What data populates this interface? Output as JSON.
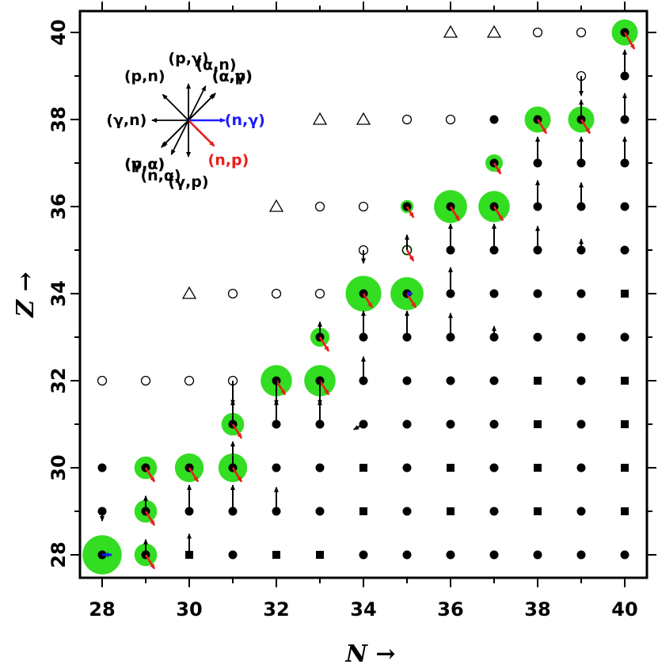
{
  "chart_data": {
    "type": "scatter",
    "title": "",
    "xlabel": "N →",
    "ylabel": "Z →",
    "xlim": [
      27.4,
      40.6
    ],
    "ylim": [
      27.4,
      40.6
    ],
    "xticks": [
      28,
      29,
      30,
      31,
      32,
      33,
      34,
      35,
      36,
      37,
      38,
      39,
      40
    ],
    "yticks": [
      28,
      29,
      30,
      31,
      32,
      33,
      34,
      35,
      36,
      37,
      38,
      39,
      40
    ],
    "xticklabels": [
      "28",
      "30",
      "32",
      "34",
      "36",
      "38",
      "40"
    ],
    "yticklabels": [
      "28",
      "30",
      "32",
      "34",
      "36",
      "38",
      "40"
    ],
    "grid": false,
    "legend_position": "top-left",
    "colors": {
      "flow_default": "#000000",
      "n_gamma": "#1a1aff",
      "n_p": "#e8201a",
      "highlight": "#33dd22"
    },
    "reaction_legend": [
      {
        "label": "(p,γ)",
        "color": "#000000",
        "dx": 0,
        "dy": 1
      },
      {
        "label": "(α,n)",
        "color": "#000000",
        "dx": 1,
        "dy": 2
      },
      {
        "label": "(α,γ)",
        "color": "#000000",
        "dx": 2,
        "dy": 2
      },
      {
        "label": "(α,p)",
        "color": "#000000",
        "dx": 1,
        "dy": 1
      },
      {
        "label": "(n,γ)",
        "color": "#1a1aff",
        "dx": 1,
        "dy": 0
      },
      {
        "label": "(n,p)",
        "color": "#e8201a",
        "dx": 1,
        "dy": -1
      },
      {
        "label": "(p,n)",
        "color": "#000000",
        "dx": -1,
        "dy": 1
      },
      {
        "label": "(γ,n)",
        "color": "#000000",
        "dx": -1,
        "dy": 0
      },
      {
        "label": "(p,α)",
        "color": "#000000",
        "dx": -1,
        "dy": -1
      },
      {
        "label": "(γ,α)",
        "color": "#000000",
        "dx": -2,
        "dy": -2
      },
      {
        "label": "(n,α)",
        "color": "#000000",
        "dx": -1,
        "dy": -2
      },
      {
        "label": "(γ,p)",
        "color": "#000000",
        "dx": 0,
        "dy": -1
      }
    ],
    "nuclei": [
      {
        "n": 28,
        "z": 28,
        "s": "f"
      },
      {
        "n": 28,
        "z": 29,
        "s": "f"
      },
      {
        "n": 28,
        "z": 30,
        "s": "f"
      },
      {
        "n": 28,
        "z": 32,
        "s": "o"
      },
      {
        "n": 29,
        "z": 28,
        "s": "f"
      },
      {
        "n": 29,
        "z": 29,
        "s": "f"
      },
      {
        "n": 29,
        "z": 30,
        "s": "f"
      },
      {
        "n": 29,
        "z": 32,
        "s": "o"
      },
      {
        "n": 30,
        "z": 28,
        "s": "sq"
      },
      {
        "n": 30,
        "z": 29,
        "s": "f"
      },
      {
        "n": 30,
        "z": 30,
        "s": "f"
      },
      {
        "n": 30,
        "z": 32,
        "s": "o"
      },
      {
        "n": 30,
        "z": 34,
        "s": "t"
      },
      {
        "n": 31,
        "z": 28,
        "s": "f"
      },
      {
        "n": 31,
        "z": 29,
        "s": "f"
      },
      {
        "n": 31,
        "z": 30,
        "s": "f"
      },
      {
        "n": 31,
        "z": 31,
        "s": "f"
      },
      {
        "n": 31,
        "z": 32,
        "s": "o"
      },
      {
        "n": 31,
        "z": 34,
        "s": "o"
      },
      {
        "n": 32,
        "z": 28,
        "s": "sq"
      },
      {
        "n": 32,
        "z": 29,
        "s": "f"
      },
      {
        "n": 32,
        "z": 30,
        "s": "f"
      },
      {
        "n": 32,
        "z": 31,
        "s": "f"
      },
      {
        "n": 32,
        "z": 32,
        "s": "f"
      },
      {
        "n": 32,
        "z": 34,
        "s": "o"
      },
      {
        "n": 32,
        "z": 36,
        "s": "t"
      },
      {
        "n": 33,
        "z": 28,
        "s": "sq"
      },
      {
        "n": 33,
        "z": 29,
        "s": "f"
      },
      {
        "n": 33,
        "z": 30,
        "s": "f"
      },
      {
        "n": 33,
        "z": 31,
        "s": "f"
      },
      {
        "n": 33,
        "z": 32,
        "s": "f"
      },
      {
        "n": 33,
        "z": 33,
        "s": "f"
      },
      {
        "n": 33,
        "z": 34,
        "s": "o"
      },
      {
        "n": 33,
        "z": 36,
        "s": "o"
      },
      {
        "n": 33,
        "z": 38,
        "s": "t"
      },
      {
        "n": 34,
        "z": 28,
        "s": "f"
      },
      {
        "n": 34,
        "z": 29,
        "s": "sq"
      },
      {
        "n": 34,
        "z": 30,
        "s": "sq"
      },
      {
        "n": 34,
        "z": 31,
        "s": "f"
      },
      {
        "n": 34,
        "z": 32,
        "s": "f"
      },
      {
        "n": 34,
        "z": 33,
        "s": "f"
      },
      {
        "n": 34,
        "z": 34,
        "s": "f"
      },
      {
        "n": 34,
        "z": 35,
        "s": "o"
      },
      {
        "n": 34,
        "z": 36,
        "s": "o"
      },
      {
        "n": 34,
        "z": 38,
        "s": "t"
      },
      {
        "n": 35,
        "z": 28,
        "s": "f"
      },
      {
        "n": 35,
        "z": 29,
        "s": "f"
      },
      {
        "n": 35,
        "z": 30,
        "s": "f"
      },
      {
        "n": 35,
        "z": 31,
        "s": "f"
      },
      {
        "n": 35,
        "z": 32,
        "s": "f"
      },
      {
        "n": 35,
        "z": 33,
        "s": "f"
      },
      {
        "n": 35,
        "z": 34,
        "s": "f"
      },
      {
        "n": 35,
        "z": 35,
        "s": "o"
      },
      {
        "n": 35,
        "z": 36,
        "s": "f"
      },
      {
        "n": 35,
        "z": 38,
        "s": "o"
      },
      {
        "n": 36,
        "z": 28,
        "s": "f"
      },
      {
        "n": 36,
        "z": 29,
        "s": "sq"
      },
      {
        "n": 36,
        "z": 30,
        "s": "sq"
      },
      {
        "n": 36,
        "z": 31,
        "s": "f"
      },
      {
        "n": 36,
        "z": 32,
        "s": "f"
      },
      {
        "n": 36,
        "z": 33,
        "s": "f"
      },
      {
        "n": 36,
        "z": 34,
        "s": "f"
      },
      {
        "n": 36,
        "z": 35,
        "s": "f"
      },
      {
        "n": 36,
        "z": 36,
        "s": "f"
      },
      {
        "n": 36,
        "z": 38,
        "s": "o"
      },
      {
        "n": 36,
        "z": 40,
        "s": "t"
      },
      {
        "n": 37,
        "z": 28,
        "s": "f"
      },
      {
        "n": 37,
        "z": 29,
        "s": "f"
      },
      {
        "n": 37,
        "z": 30,
        "s": "f"
      },
      {
        "n": 37,
        "z": 31,
        "s": "f"
      },
      {
        "n": 37,
        "z": 32,
        "s": "f"
      },
      {
        "n": 37,
        "z": 33,
        "s": "f"
      },
      {
        "n": 37,
        "z": 34,
        "s": "f"
      },
      {
        "n": 37,
        "z": 35,
        "s": "f"
      },
      {
        "n": 37,
        "z": 36,
        "s": "f"
      },
      {
        "n": 37,
        "z": 37,
        "s": "f"
      },
      {
        "n": 37,
        "z": 38,
        "s": "f"
      },
      {
        "n": 37,
        "z": 40,
        "s": "t"
      },
      {
        "n": 38,
        "z": 28,
        "s": "f"
      },
      {
        "n": 38,
        "z": 29,
        "s": "sq"
      },
      {
        "n": 38,
        "z": 30,
        "s": "sq"
      },
      {
        "n": 38,
        "z": 31,
        "s": "sq"
      },
      {
        "n": 38,
        "z": 32,
        "s": "sq"
      },
      {
        "n": 38,
        "z": 33,
        "s": "f"
      },
      {
        "n": 38,
        "z": 34,
        "s": "f"
      },
      {
        "n": 38,
        "z": 35,
        "s": "f"
      },
      {
        "n": 38,
        "z": 36,
        "s": "f"
      },
      {
        "n": 38,
        "z": 37,
        "s": "f"
      },
      {
        "n": 38,
        "z": 38,
        "s": "f"
      },
      {
        "n": 38,
        "z": 40,
        "s": "o"
      },
      {
        "n": 39,
        "z": 28,
        "s": "f"
      },
      {
        "n": 39,
        "z": 29,
        "s": "f"
      },
      {
        "n": 39,
        "z": 30,
        "s": "f"
      },
      {
        "n": 39,
        "z": 31,
        "s": "f"
      },
      {
        "n": 39,
        "z": 32,
        "s": "f"
      },
      {
        "n": 39,
        "z": 33,
        "s": "f"
      },
      {
        "n": 39,
        "z": 34,
        "s": "f"
      },
      {
        "n": 39,
        "z": 35,
        "s": "f"
      },
      {
        "n": 39,
        "z": 36,
        "s": "f"
      },
      {
        "n": 39,
        "z": 37,
        "s": "f"
      },
      {
        "n": 39,
        "z": 38,
        "s": "f"
      },
      {
        "n": 39,
        "z": 39,
        "s": "o"
      },
      {
        "n": 39,
        "z": 40,
        "s": "o"
      },
      {
        "n": 40,
        "z": 28,
        "s": "f"
      },
      {
        "n": 40,
        "z": 29,
        "s": "sq"
      },
      {
        "n": 40,
        "z": 30,
        "s": "sq"
      },
      {
        "n": 40,
        "z": 31,
        "s": "sq"
      },
      {
        "n": 40,
        "z": 32,
        "s": "sq"
      },
      {
        "n": 40,
        "z": 33,
        "s": "f"
      },
      {
        "n": 40,
        "z": 34,
        "s": "sq"
      },
      {
        "n": 40,
        "z": 35,
        "s": "f"
      },
      {
        "n": 40,
        "z": 36,
        "s": "f"
      },
      {
        "n": 40,
        "z": 37,
        "s": "f"
      },
      {
        "n": 40,
        "z": 38,
        "s": "f"
      },
      {
        "n": 40,
        "z": 39,
        "s": "f"
      },
      {
        "n": 40,
        "z": 40,
        "s": "f"
      }
    ],
    "highlights": [
      {
        "n": 28,
        "z": 28,
        "r": 0.45
      },
      {
        "n": 29,
        "z": 28,
        "r": 0.26
      },
      {
        "n": 29,
        "z": 29,
        "r": 0.26
      },
      {
        "n": 29,
        "z": 30,
        "r": 0.26
      },
      {
        "n": 30,
        "z": 30,
        "r": 0.33
      },
      {
        "n": 31,
        "z": 30,
        "r": 0.33
      },
      {
        "n": 31,
        "z": 31,
        "r": 0.26
      },
      {
        "n": 32,
        "z": 32,
        "r": 0.36
      },
      {
        "n": 33,
        "z": 32,
        "r": 0.36
      },
      {
        "n": 33,
        "z": 33,
        "r": 0.22
      },
      {
        "n": 34,
        "z": 34,
        "r": 0.41
      },
      {
        "n": 35,
        "z": 34,
        "r": 0.38
      },
      {
        "n": 35,
        "z": 35,
        "r": 0.12
      },
      {
        "n": 35,
        "z": 36,
        "r": 0.15
      },
      {
        "n": 36,
        "z": 36,
        "r": 0.38
      },
      {
        "n": 37,
        "z": 36,
        "r": 0.36
      },
      {
        "n": 37,
        "z": 37,
        "r": 0.2
      },
      {
        "n": 38,
        "z": 38,
        "r": 0.3
      },
      {
        "n": 39,
        "z": 38,
        "r": 0.3
      },
      {
        "n": 40,
        "z": 40,
        "r": 0.3
      }
    ],
    "flows": [
      {
        "n": 28,
        "z": 28,
        "dx": 0.22,
        "dy": 0,
        "c": "b"
      },
      {
        "n": 28,
        "z": 29,
        "dx": 0,
        "dy": -0.22,
        "c": "k"
      },
      {
        "n": 29,
        "z": 28,
        "dx": 0.2,
        "dy": -0.32,
        "c": "r"
      },
      {
        "n": 29,
        "z": 28,
        "dx": 0,
        "dy": 0.35,
        "c": "k"
      },
      {
        "n": 29,
        "z": 29,
        "dx": 0.2,
        "dy": -0.32,
        "c": "r"
      },
      {
        "n": 29,
        "z": 29,
        "dx": 0,
        "dy": 0.35,
        "c": "k"
      },
      {
        "n": 29,
        "z": 30,
        "dx": 0.2,
        "dy": -0.32,
        "c": "r"
      },
      {
        "n": 30,
        "z": 28,
        "dx": 0,
        "dy": 0.48,
        "c": "k"
      },
      {
        "n": 30,
        "z": 29,
        "dx": 0,
        "dy": 0.6,
        "c": "k"
      },
      {
        "n": 30,
        "z": 30,
        "dx": 0.2,
        "dy": -0.32,
        "c": "r"
      },
      {
        "n": 31,
        "z": 29,
        "dx": 0,
        "dy": 0.6,
        "c": "k"
      },
      {
        "n": 31,
        "z": 30,
        "dx": 0,
        "dy": 0.6,
        "c": "k"
      },
      {
        "n": 31,
        "z": 30,
        "dx": 0.2,
        "dy": -0.32,
        "c": "r"
      },
      {
        "n": 31,
        "z": 31,
        "dx": 0,
        "dy": 0.55,
        "c": "k"
      },
      {
        "n": 31,
        "z": 31,
        "dx": 0.2,
        "dy": -0.32,
        "c": "r"
      },
      {
        "n": 31,
        "z": 32,
        "dx": 0,
        "dy": -0.55,
        "c": "k"
      },
      {
        "n": 32,
        "z": 29,
        "dx": 0,
        "dy": 0.55,
        "c": "k"
      },
      {
        "n": 32,
        "z": 31,
        "dx": 0,
        "dy": 0.55,
        "c": "k"
      },
      {
        "n": 32,
        "z": 32,
        "dx": 0.2,
        "dy": -0.32,
        "c": "r"
      },
      {
        "n": 32,
        "z": 32,
        "dx": 0,
        "dy": -0.55,
        "c": "k"
      },
      {
        "n": 33,
        "z": 31,
        "dx": 0,
        "dy": 0.55,
        "c": "k"
      },
      {
        "n": 33,
        "z": 32,
        "dx": 0.2,
        "dy": -0.32,
        "c": "r"
      },
      {
        "n": 33,
        "z": 32,
        "dx": 0,
        "dy": -0.55,
        "c": "k"
      },
      {
        "n": 33,
        "z": 33,
        "dx": 0,
        "dy": 0.35,
        "c": "k"
      },
      {
        "n": 33,
        "z": 33,
        "dx": 0.2,
        "dy": -0.32,
        "c": "r"
      },
      {
        "n": 34,
        "z": 31,
        "dx": -0.22,
        "dy": -0.12,
        "c": "k"
      },
      {
        "n": 34,
        "z": 32,
        "dx": 0,
        "dy": 0.55,
        "c": "k"
      },
      {
        "n": 34,
        "z": 33,
        "dx": 0,
        "dy": 0.6,
        "c": "k"
      },
      {
        "n": 34,
        "z": 34,
        "dx": 0.2,
        "dy": -0.32,
        "c": "r"
      },
      {
        "n": 34,
        "z": 35,
        "dx": 0,
        "dy": -0.3,
        "c": "k"
      },
      {
        "n": 35,
        "z": 33,
        "dx": 0,
        "dy": 0.6,
        "c": "k"
      },
      {
        "n": 35,
        "z": 34,
        "dx": 0.2,
        "dy": -0.32,
        "c": "r"
      },
      {
        "n": 35,
        "z": 34,
        "dx": 0.12,
        "dy": 0,
        "c": "b"
      },
      {
        "n": 35,
        "z": 35,
        "dx": 0,
        "dy": 0.35,
        "c": "k"
      },
      {
        "n": 35,
        "z": 35,
        "dx": 0.15,
        "dy": -0.25,
        "c": "r"
      },
      {
        "n": 35,
        "z": 36,
        "dx": 0.15,
        "dy": -0.25,
        "c": "r"
      },
      {
        "n": 36,
        "z": 33,
        "dx": 0,
        "dy": 0.55,
        "c": "k"
      },
      {
        "n": 36,
        "z": 34,
        "dx": 0,
        "dy": 0.6,
        "c": "k"
      },
      {
        "n": 36,
        "z": 35,
        "dx": 0,
        "dy": 0.6,
        "c": "k"
      },
      {
        "n": 36,
        "z": 36,
        "dx": 0.2,
        "dy": -0.32,
        "c": "r"
      },
      {
        "n": 37,
        "z": 33,
        "dx": 0,
        "dy": 0.25,
        "c": "k"
      },
      {
        "n": 37,
        "z": 35,
        "dx": 0,
        "dy": 0.6,
        "c": "k"
      },
      {
        "n": 37,
        "z": 36,
        "dx": 0.2,
        "dy": -0.32,
        "c": "r"
      },
      {
        "n": 37,
        "z": 37,
        "dx": 0.15,
        "dy": -0.25,
        "c": "r"
      },
      {
        "n": 38,
        "z": 35,
        "dx": 0,
        "dy": 0.55,
        "c": "k"
      },
      {
        "n": 38,
        "z": 36,
        "dx": 0,
        "dy": 0.6,
        "c": "k"
      },
      {
        "n": 38,
        "z": 37,
        "dx": 0,
        "dy": 0.6,
        "c": "k"
      },
      {
        "n": 38,
        "z": 38,
        "dx": 0.2,
        "dy": -0.32,
        "c": "r"
      },
      {
        "n": 39,
        "z": 35,
        "dx": 0,
        "dy": 0.25,
        "c": "k"
      },
      {
        "n": 39,
        "z": 36,
        "dx": 0,
        "dy": 0.55,
        "c": "k"
      },
      {
        "n": 39,
        "z": 37,
        "dx": 0,
        "dy": 0.6,
        "c": "k"
      },
      {
        "n": 39,
        "z": 38,
        "dx": 0.2,
        "dy": -0.32,
        "c": "r"
      },
      {
        "n": 39,
        "z": 38,
        "dx": 0,
        "dy": 0.45,
        "c": "k"
      },
      {
        "n": 39,
        "z": 39,
        "dx": 0,
        "dy": -0.45,
        "c": "k"
      },
      {
        "n": 40,
        "z": 37,
        "dx": 0,
        "dy": 0.6,
        "c": "k"
      },
      {
        "n": 40,
        "z": 38,
        "dx": 0,
        "dy": 0.6,
        "c": "k"
      },
      {
        "n": 40,
        "z": 39,
        "dx": 0,
        "dy": 0.6,
        "c": "k"
      },
      {
        "n": 40,
        "z": 40,
        "dx": 0.22,
        "dy": -0.38,
        "c": "r"
      }
    ]
  }
}
